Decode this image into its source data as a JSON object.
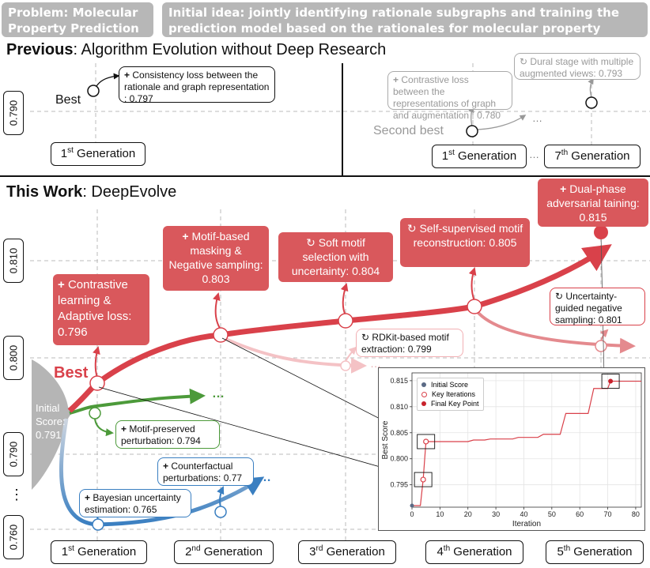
{
  "header": {
    "problem": "Problem: Molecular Property Prediction",
    "idea": "Initial idea: jointly identifying rationale subgraphs and training the prediction model based on the rationales for molecular property prediction"
  },
  "previous": {
    "title_bold": "Previous",
    "title_rest": ": Algorithm Evolution without Deep Research",
    "best_label": "Best",
    "second_best_label": "Second best",
    "ytick": "0.790",
    "best_box": "Consistency loss between the rationale and graph representation : 0.797",
    "second_box": "Contrastive loss between the representations of graph and augmentation  : 0.780",
    "dual_box": "Dural stage with multiple augmented views: 0.793",
    "ellipsis": "…",
    "gen_1": "1st Generation",
    "gen_7": "7th Generation"
  },
  "this_work": {
    "title_bold": "This Work",
    "title_rest": ": DeepEvolve",
    "best_label": "Best",
    "initial_label": "Initial Score: 0.791",
    "yticks": [
      "0.810",
      "0.800",
      "0.790",
      "0.760"
    ],
    "vdots": "⋮",
    "red_boxes": [
      {
        "mark": "+",
        "text": "Contrastive learning & Adaptive loss: 0.796"
      },
      {
        "mark": "+",
        "text": "Motif-based masking & Negative sampling: 0.803"
      },
      {
        "mark": "↻",
        "text": "Soft motif selection with uncertainty: 0.804"
      },
      {
        "mark": "↻",
        "text": "Self-supervised motif reconstruction: 0.805"
      },
      {
        "mark": "+",
        "text": "Dual-phase adversarial taining: 0.815"
      }
    ],
    "side_boxes": {
      "rdkit": "RDKit-based motif extraction: 0.799",
      "uncertainty": "Uncertainty-guided negative sampling: 0.801",
      "motif_perturb": "Motif-preserved perturbation: 0.794",
      "counterfactual": "Counterfactual perturbations: 0.77",
      "bayesian": "Bayesian uncertainty estimation: 0.765"
    },
    "generations": [
      "1st Generation",
      "2nd Generation",
      "3rd Generation",
      "4th Generation",
      "5th Generation"
    ],
    "colors": {
      "red": "#d9414a",
      "green": "#4c9a3a",
      "blue": "#3a7fc1",
      "gray": "#aaaaaa"
    }
  },
  "inset": {
    "legend": [
      "Initial Score",
      "Key Iterations",
      "Final Key Point"
    ],
    "xlabel": "Iteration",
    "ylabel": "Best Score",
    "chart_data": {
      "type": "line",
      "xlim": [
        0,
        82
      ],
      "ylim": [
        0.7907,
        0.8165
      ],
      "xticks": [
        0,
        10,
        20,
        30,
        40,
        50,
        60,
        70,
        80
      ],
      "yticks": [
        0.795,
        0.8,
        0.805,
        0.81,
        0.815
      ],
      "series": [
        {
          "x": [
            0,
            1,
            2,
            3,
            4,
            5,
            6,
            20,
            22,
            26,
            28,
            36,
            38,
            45,
            47,
            53,
            55,
            63,
            65,
            70,
            71,
            82
          ],
          "y": [
            0.791,
            0.791,
            0.791,
            0.791,
            0.796,
            0.8033,
            0.8033,
            0.8033,
            0.8036,
            0.8036,
            0.8038,
            0.8038,
            0.8041,
            0.8041,
            0.8047,
            0.8047,
            0.8087,
            0.8087,
            0.8135,
            0.8135,
            0.8149,
            0.8149
          ]
        }
      ],
      "initial_point": {
        "x": 0,
        "y": 0.791
      },
      "key_points": [
        {
          "x": 4,
          "y": 0.796
        },
        {
          "x": 5,
          "y": 0.8033
        }
      ],
      "final_point": {
        "x": 71,
        "y": 0.8149
      }
    }
  }
}
